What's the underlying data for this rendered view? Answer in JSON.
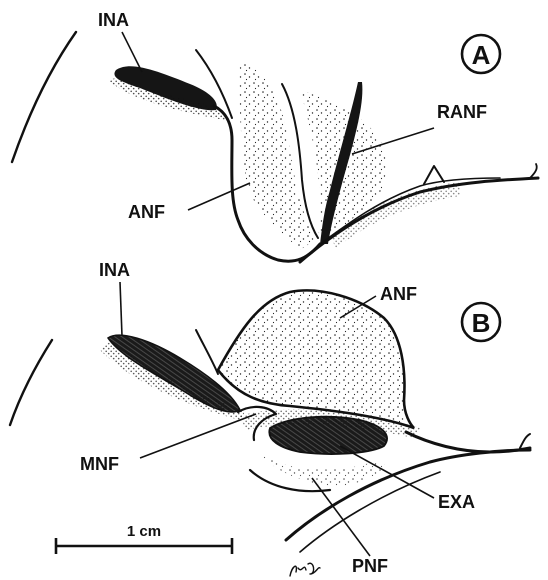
{
  "panels": {
    "a": {
      "letter": "A"
    },
    "b": {
      "letter": "B"
    }
  },
  "labels_a": {
    "ina": "INA",
    "ranf": "RANF",
    "anf": "ANF"
  },
  "labels_b": {
    "ina": "INA",
    "anf": "ANF",
    "mnf": "MNF",
    "exa": "EXA",
    "pnf": "PNF"
  },
  "scale_bar": {
    "label": "1 cm"
  },
  "signature": "ʃvc"
}
